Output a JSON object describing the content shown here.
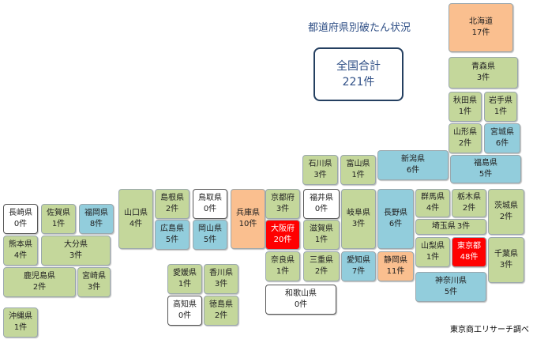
{
  "title": "都道府県別破たん状況",
  "total": {
    "label": "全国合計",
    "value": "221件"
  },
  "source": "東京商工リサーチ調べ",
  "colors": {
    "zero": "#ffffff",
    "low": "#c4d79b",
    "mid": "#92cddc",
    "high": "#fabf8f",
    "top": "#ff0000"
  },
  "chart_data": {
    "type": "table",
    "unit": "件",
    "total": 221,
    "prefectures": [
      {
        "name": "北海道",
        "count": "17件",
        "value": 17,
        "color": "high"
      },
      {
        "name": "青森県",
        "count": "3件",
        "value": 3,
        "color": "low"
      },
      {
        "name": "秋田県",
        "count": "1件",
        "value": 1,
        "color": "low"
      },
      {
        "name": "岩手県",
        "count": "1件",
        "value": 1,
        "color": "low"
      },
      {
        "name": "山形県",
        "count": "2件",
        "value": 2,
        "color": "low"
      },
      {
        "name": "宮城県",
        "count": "6件",
        "value": 6,
        "color": "mid"
      },
      {
        "name": "新潟県",
        "count": "6件",
        "value": 6,
        "color": "mid"
      },
      {
        "name": "福島県",
        "count": "5件",
        "value": 5,
        "color": "mid"
      },
      {
        "name": "石川県",
        "count": "3件",
        "value": 3,
        "color": "low"
      },
      {
        "name": "富山県",
        "count": "1件",
        "value": 1,
        "color": "low"
      },
      {
        "name": "長崎県",
        "count": "0件",
        "value": 0,
        "color": "zero"
      },
      {
        "name": "佐賀県",
        "count": "1件",
        "value": 1,
        "color": "low"
      },
      {
        "name": "福岡県",
        "count": "8件",
        "value": 8,
        "color": "mid"
      },
      {
        "name": "山口県",
        "count": "4件",
        "value": 4,
        "color": "low"
      },
      {
        "name": "島根県",
        "count": "2件",
        "value": 2,
        "color": "low"
      },
      {
        "name": "鳥取県",
        "count": "0件",
        "value": 0,
        "color": "zero"
      },
      {
        "name": "兵庫県",
        "count": "10件",
        "value": 10,
        "color": "high"
      },
      {
        "name": "京都府",
        "count": "3件",
        "value": 3,
        "color": "low"
      },
      {
        "name": "福井県",
        "count": "0件",
        "value": 0,
        "color": "zero"
      },
      {
        "name": "岐阜県",
        "count": "3件",
        "value": 3,
        "color": "low"
      },
      {
        "name": "長野県",
        "count": "6件",
        "value": 6,
        "color": "mid"
      },
      {
        "name": "群馬県",
        "count": "4件",
        "value": 4,
        "color": "low"
      },
      {
        "name": "栃木県",
        "count": "2件",
        "value": 2,
        "color": "low"
      },
      {
        "name": "茨城県",
        "count": "2件",
        "value": 2,
        "color": "low"
      },
      {
        "name": "埼玉県",
        "count": "3件",
        "value": 3,
        "color": "low",
        "inline": true
      },
      {
        "name": "熊本県",
        "count": "4件",
        "value": 4,
        "color": "low"
      },
      {
        "name": "大分県",
        "count": "3件",
        "value": 3,
        "color": "low"
      },
      {
        "name": "広島県",
        "count": "5件",
        "value": 5,
        "color": "mid"
      },
      {
        "name": "岡山県",
        "count": "5件",
        "value": 5,
        "color": "mid"
      },
      {
        "name": "大阪府",
        "count": "20件",
        "value": 20,
        "color": "top"
      },
      {
        "name": "滋賀県",
        "count": "1件",
        "value": 1,
        "color": "low"
      },
      {
        "name": "山梨県",
        "count": "1件",
        "value": 1,
        "color": "low"
      },
      {
        "name": "東京都",
        "count": "48件",
        "value": 48,
        "color": "top"
      },
      {
        "name": "千葉県",
        "count": "3件",
        "value": 3,
        "color": "low"
      },
      {
        "name": "鹿児島県",
        "count": "2件",
        "value": 2,
        "color": "low"
      },
      {
        "name": "宮崎県",
        "count": "3件",
        "value": 3,
        "color": "low"
      },
      {
        "name": "奈良県",
        "count": "1件",
        "value": 1,
        "color": "low"
      },
      {
        "name": "三重県",
        "count": "2件",
        "value": 2,
        "color": "low"
      },
      {
        "name": "愛知県",
        "count": "7件",
        "value": 7,
        "color": "mid"
      },
      {
        "name": "静岡県",
        "count": "11件",
        "value": 11,
        "color": "high"
      },
      {
        "name": "神奈川県",
        "count": "5件",
        "value": 5,
        "color": "mid"
      },
      {
        "name": "愛媛県",
        "count": "1件",
        "value": 1,
        "color": "low"
      },
      {
        "name": "香川県",
        "count": "3件",
        "value": 3,
        "color": "low"
      },
      {
        "name": "和歌山県",
        "count": "0件",
        "value": 0,
        "color": "zero"
      },
      {
        "name": "高知県",
        "count": "0件",
        "value": 0,
        "color": "zero"
      },
      {
        "name": "徳島県",
        "count": "2件",
        "value": 2,
        "color": "low"
      },
      {
        "name": "沖縄県",
        "count": "1件",
        "value": 1,
        "color": "low"
      }
    ]
  }
}
